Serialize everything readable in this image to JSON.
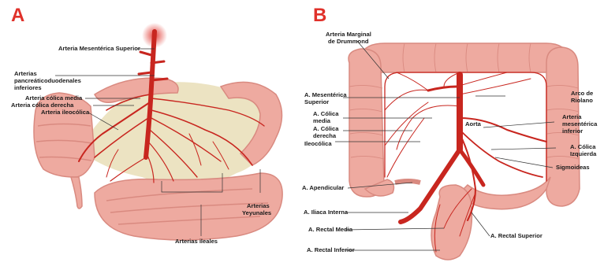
{
  "panel_a": {
    "letter": "A",
    "labels": {
      "sma": "Arteria Mesentérica Superior",
      "pdi_1": "Arterias",
      "pdi_2": "pancreáticoduodenales",
      "pdi_3": "inferiores",
      "colica_media": "Arteria cólica media",
      "colica_derecha": "Arteria cólica derecha",
      "ileocolica": "Arteria ileocólica",
      "yeyunales_1": "Arterias",
      "yeyunales_2": "Yeyunales",
      "ileales": "Arterias ileales"
    }
  },
  "panel_b": {
    "letter": "B",
    "labels": {
      "marginal_1": "Arteria Marginal",
      "marginal_2": "de Drummond",
      "ams_1": "A. Mesentérica",
      "ams_2": "Superior",
      "colica_media_1": "A. Cólica",
      "colica_media_2": "media",
      "colica_derecha_1": "A. Cólica",
      "colica_derecha_2": "derecha",
      "ileocolica": "Ileocólica",
      "aorta": "Aorta",
      "riolano_1": "Arco de",
      "riolano_2": "Riolano",
      "ami_1": "Arteria",
      "ami_2": "mesentérica",
      "ami_3": "inferior",
      "colica_izq_1": "A. Cólica",
      "colica_izq_2": "Izquierda",
      "sigmoideas": "Sigmoideas",
      "apendicular": "A. Apendicular",
      "iliaca": "A. Iliaca Interna",
      "rectal_media": "A. Rectal Media",
      "rectal_superior": "A. Rectal Superior",
      "rectal_inferior": "A. Rectal Inferior"
    }
  },
  "colors": {
    "panel_letter": "#e0312a",
    "artery": "#c8261f",
    "bowel": "#eeaaa0",
    "bowel_edge": "#d98a80",
    "mesentery": "#ece3c2",
    "leader": "#333333"
  }
}
